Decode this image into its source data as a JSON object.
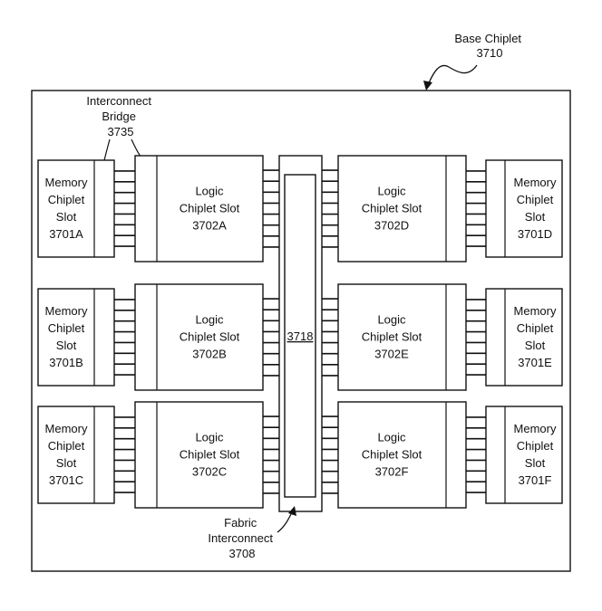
{
  "labels": {
    "base_chiplet": [
      "Base Chiplet",
      "3710"
    ],
    "interconnect_bridge": [
      "Interconnect",
      "Bridge",
      "3735"
    ],
    "fabric_interconnect": [
      "Fabric",
      "Interconnect",
      "3708"
    ],
    "fabric_center": "3718"
  },
  "memory_slots": [
    {
      "row": 0,
      "side": "left",
      "lines": [
        "Memory",
        "Chiplet",
        "Slot",
        "3701A"
      ]
    },
    {
      "row": 1,
      "side": "left",
      "lines": [
        "Memory",
        "Chiplet",
        "Slot",
        "3701B"
      ]
    },
    {
      "row": 2,
      "side": "left",
      "lines": [
        "Memory",
        "Chiplet",
        "Slot",
        "3701C"
      ]
    },
    {
      "row": 0,
      "side": "right",
      "lines": [
        "Memory",
        "Chiplet",
        "Slot",
        "3701D"
      ]
    },
    {
      "row": 1,
      "side": "right",
      "lines": [
        "Memory",
        "Chiplet",
        "Slot",
        "3701E"
      ]
    },
    {
      "row": 2,
      "side": "right",
      "lines": [
        "Memory",
        "Chiplet",
        "Slot",
        "3701F"
      ]
    }
  ],
  "logic_slots": [
    {
      "row": 0,
      "side": "left",
      "lines": [
        "Logic",
        "Chiplet Slot",
        "3702A"
      ]
    },
    {
      "row": 1,
      "side": "left",
      "lines": [
        "Logic",
        "Chiplet Slot",
        "3702B"
      ]
    },
    {
      "row": 2,
      "side": "left",
      "lines": [
        "Logic",
        "Chiplet Slot",
        "3702C"
      ]
    },
    {
      "row": 0,
      "side": "right",
      "lines": [
        "Logic",
        "Chiplet Slot",
        "3702D"
      ]
    },
    {
      "row": 1,
      "side": "right",
      "lines": [
        "Logic",
        "Chiplet Slot",
        "3702E"
      ]
    },
    {
      "row": 2,
      "side": "right",
      "lines": [
        "Logic",
        "Chiplet Slot",
        "3702F"
      ]
    }
  ]
}
